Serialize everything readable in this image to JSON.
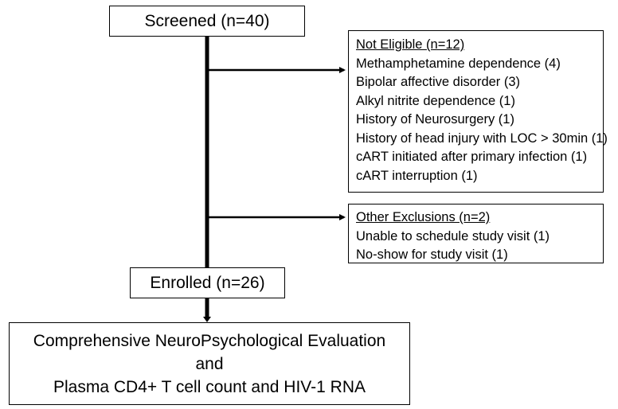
{
  "flowchart": {
    "screened": "Screened (n=40)",
    "not_eligible": {
      "heading": "Not Eligible (n=12)",
      "items": [
        "Methamphetamine dependence (4)",
        "Bipolar affective disorder (3)",
        "Alkyl nitrite dependence (1)",
        "History of Neurosurgery (1)",
        "History of head injury with LOC > 30min (1)",
        "cART initiated after primary infection (1)",
        "cART interruption (1)"
      ]
    },
    "other_exclusions": {
      "heading": "Other Exclusions (n=2)",
      "items": [
        "Unable to schedule study visit (1)",
        "No-show for study visit (1)"
      ]
    },
    "enrolled": "Enrolled (n=26)",
    "final": {
      "line1": "Comprehensive NeuroPsychological Evaluation",
      "line2": "and",
      "line3": "Plasma CD4+ T cell count and HIV-1 RNA"
    }
  },
  "colors": {
    "line": "#000000",
    "box_border": "#000000",
    "background": "#ffffff"
  }
}
